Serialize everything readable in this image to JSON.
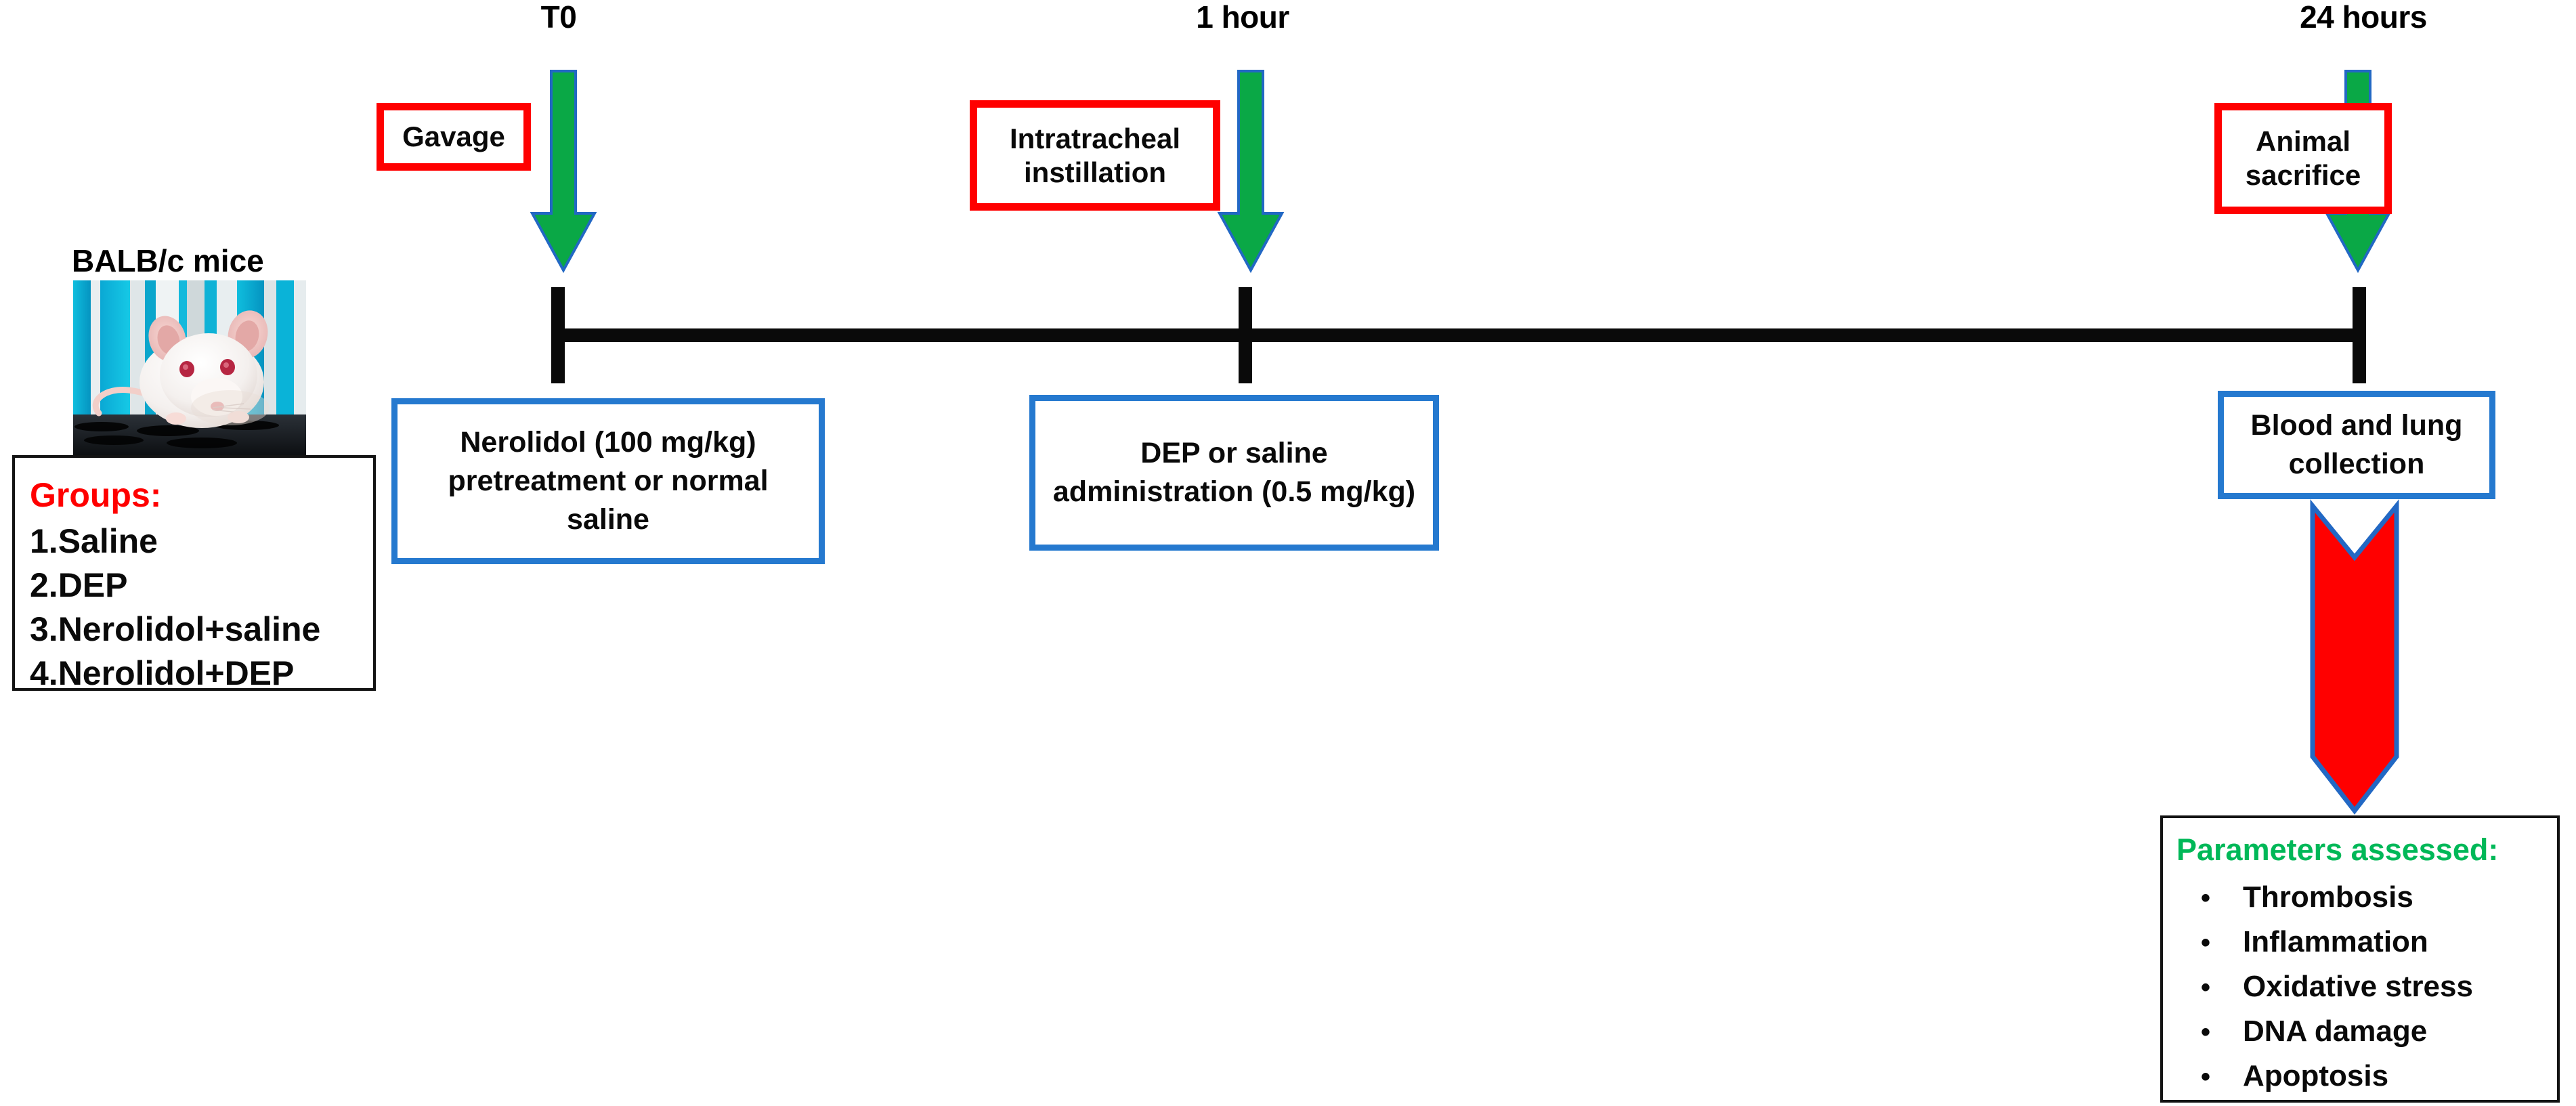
{
  "figure": {
    "kind": "experimental-timeline-diagram",
    "background": "#ffffff"
  },
  "colors": {
    "red": "#ff0000",
    "green_arrow": "#0aa846",
    "arrow_outline_blue": "#2268c4",
    "box_blue": "#2579cf",
    "black": "#0a0a0a",
    "params_green": "#00b858"
  },
  "animal": {
    "caption": "BALB/c mice",
    "photo_alt": "white-laboratory-mouse-photo"
  },
  "groups": {
    "title": "Groups:",
    "items": [
      "1.Saline",
      "2.DEP",
      "3.Nerolidol+saline",
      "4.Nerolidol+DEP"
    ]
  },
  "timeline": {
    "points": [
      {
        "id": "t0",
        "time_label": "T0",
        "event_label": "Gavage",
        "description": "Nerolidol (100 mg/kg) pretreatment or normal saline"
      },
      {
        "id": "t1h",
        "time_label": "1 hour",
        "event_label": "Intratracheal instillation",
        "description": "DEP or saline administration (0.5 mg/kg)"
      },
      {
        "id": "t24h",
        "time_label": "24 hours",
        "event_label": "Animal sacrifice",
        "description": "Blood and lung collection"
      }
    ]
  },
  "parameters": {
    "title": "Parameters assessed:",
    "bullet_glyph": "•",
    "items": [
      "Thrombosis",
      "Inflammation",
      "Oxidative stress",
      "DNA damage",
      "Apoptosis"
    ]
  }
}
